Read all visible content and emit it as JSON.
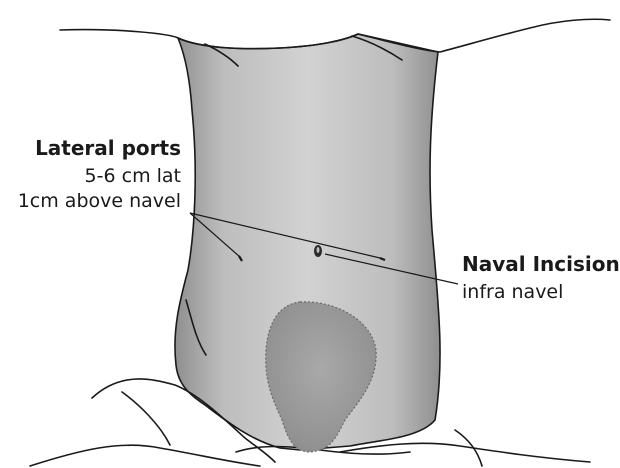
{
  "labels": {
    "lateral_title": "Lateral ports",
    "lateral_line1": "5-6 cm lat",
    "lateral_line2": "1cm above navel",
    "naval_title": "Naval Incision",
    "naval_line1": "infra navel"
  }
}
